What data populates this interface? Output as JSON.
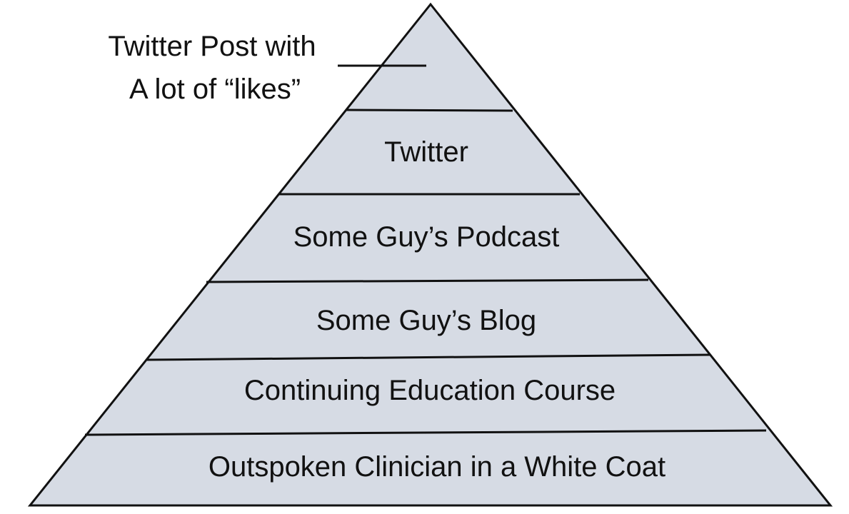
{
  "pyramid": {
    "fill_color": "#d6dbe4",
    "stroke_color": "#111111",
    "tiers": [
      {
        "label": ""
      },
      {
        "label": "Twitter"
      },
      {
        "label": "Some Guy’s Podcast"
      },
      {
        "label": "Some Guy’s Blog"
      },
      {
        "label": "Continuing Education Course"
      },
      {
        "label": "Outspoken Clinician in a White Coat"
      }
    ]
  },
  "callout": {
    "line1": "Twitter Post with",
    "line2": "A lot of “likes”"
  }
}
